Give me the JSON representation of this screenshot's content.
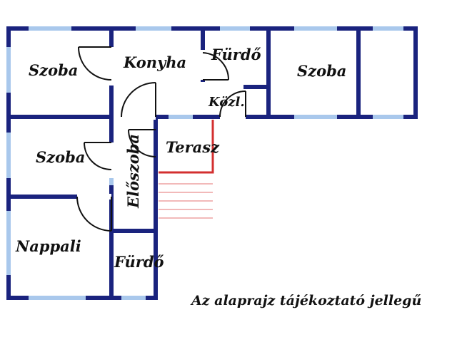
{
  "rooms": {
    "szoba_top_left": "Szoba",
    "konyha": "Konyha",
    "furdo_top": "Fürdő",
    "szoba_right": "Szoba",
    "kozl": "Közl.",
    "szoba_mid_left": "Szoba",
    "eloszoba": "Előszoba",
    "terasz": "Terasz",
    "nappali": "Nappali",
    "furdo_bottom": "Fürdő"
  },
  "note": "Az alaprajz tájékoztató jellegű",
  "colors": {
    "wall": "#1a237e",
    "window": "#a9c8ec",
    "railing": "#d32f2f",
    "stairs": "#e57373"
  }
}
